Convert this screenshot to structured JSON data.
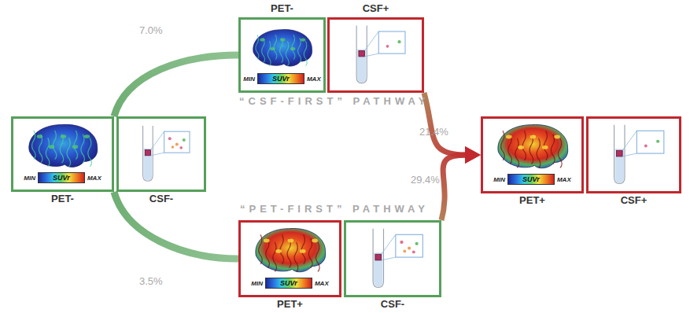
{
  "diagram": {
    "nodes": [
      {
        "text": [
          "PET-",
          "MIN",
          "SUVr",
          "MAX"
        ]
      },
      {
        "text": [
          "CSF-"
        ]
      },
      {
        "text": [
          "PET-",
          "MIN",
          "SUVr",
          "MAX"
        ]
      },
      {
        "text": [
          "CSF+"
        ]
      },
      {
        "text": [
          "PET+",
          "MIN",
          "SUVr",
          "MAX"
        ]
      },
      {
        "text": [
          "CSF+"
        ]
      },
      {
        "text": [
          "PET+",
          "MIN",
          "SUVr",
          "MAX"
        ]
      },
      {
        "text": [
          "CSF-"
        ]
      }
    ],
    "edges": [
      {
        "from": 0,
        "to": 2,
        "arrow": "none",
        "label": "7.0%"
      },
      {
        "from": 3,
        "to": 4,
        "arrow": "to",
        "label": "29.4%"
      },
      {
        "from": 0,
        "to": 6,
        "arrow": "none",
        "label": "3.5%"
      },
      {
        "from": 7,
        "to": 4,
        "arrow": "to",
        "label": "21.4%"
      }
    ],
    "labels": [
      "“CSF-FIRST” PATHWAY",
      "“PET-FIRST” PATHWAY"
    ]
  }
}
